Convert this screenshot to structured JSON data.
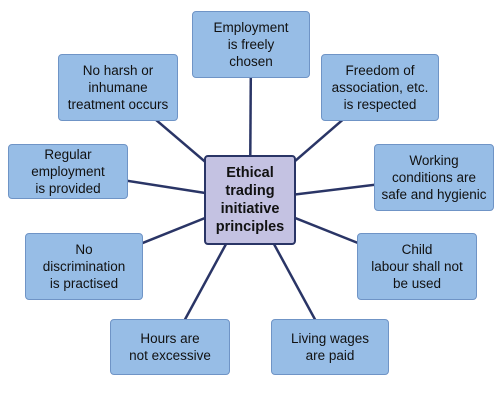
{
  "diagram": {
    "center": {
      "label": "Ethical\ntrading\ninitiative\nprinciples"
    },
    "nodes": [
      {
        "key": "employment",
        "label": "Employment\nis freely\nchosen"
      },
      {
        "key": "association",
        "label": "Freedom of\nassociation, etc.\nis respected"
      },
      {
        "key": "conditions",
        "label": "Working\nconditions are\nsafe and hygienic"
      },
      {
        "key": "child",
        "label": "Child\nlabour shall not\nbe used"
      },
      {
        "key": "wages",
        "label": "Living wages\nare paid"
      },
      {
        "key": "hours",
        "label": "Hours are\nnot excessive"
      },
      {
        "key": "discrimination",
        "label": "No\ndiscrimination\nis practised"
      },
      {
        "key": "regular",
        "label": "Regular\nemployment\nis provided"
      },
      {
        "key": "harsh",
        "label": "No harsh or\ninhumane\ntreatment occurs"
      }
    ],
    "colors": {
      "node_fill": "#97bde6",
      "node_border": "#6f94c6",
      "center_fill": "#c4c2e2",
      "center_border": "#2a3566",
      "connector": "#2a3566"
    }
  }
}
